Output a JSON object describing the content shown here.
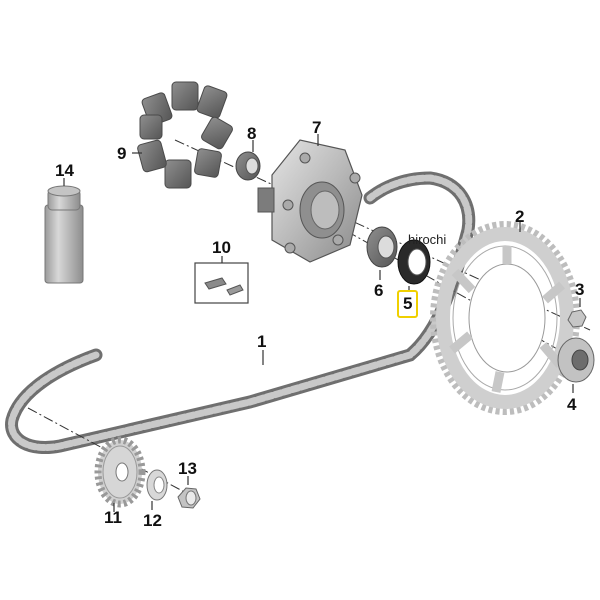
{
  "diagram": {
    "type": "exploded-parts-diagram",
    "subject": "Rear wheel drive: chain, sprockets, hub carrier",
    "watermark": "hirochi",
    "highlighted_part": "5",
    "highlight_color": "#f0d000",
    "callouts": [
      {
        "id": "1",
        "label": "1",
        "part": "drive chain"
      },
      {
        "id": "2",
        "label": "2",
        "part": "rear sprocket"
      },
      {
        "id": "3",
        "label": "3",
        "part": "sprocket nut"
      },
      {
        "id": "4",
        "label": "4",
        "part": "spacer washer"
      },
      {
        "id": "5",
        "label": "5",
        "part": "shaft seal"
      },
      {
        "id": "6",
        "label": "6",
        "part": "grooved ball bearing"
      },
      {
        "id": "7",
        "label": "7",
        "part": "sprocket carrier"
      },
      {
        "id": "8",
        "label": "8",
        "part": "spacer bushing"
      },
      {
        "id": "9",
        "label": "9",
        "part": "damper rubbers"
      },
      {
        "id": "10",
        "label": "10",
        "part": "chain master link set"
      },
      {
        "id": "11",
        "label": "11",
        "part": "front sprocket"
      },
      {
        "id": "12",
        "label": "12",
        "part": "lock washer"
      },
      {
        "id": "13",
        "label": "13",
        "part": "collar nut"
      },
      {
        "id": "14",
        "label": "14",
        "part": "chain lubricant spray can"
      }
    ]
  }
}
